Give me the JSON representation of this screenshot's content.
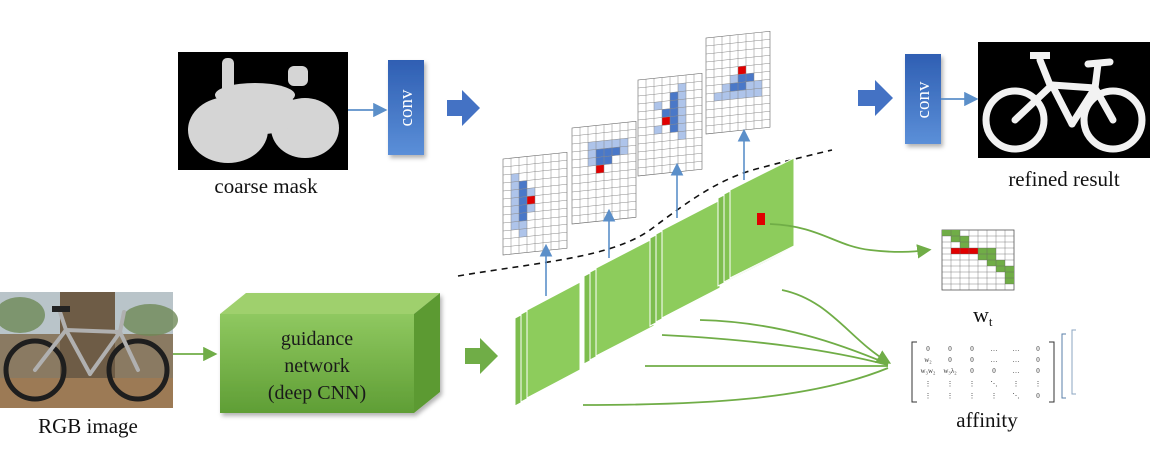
{
  "labels": {
    "coarse_mask": "coarse mask",
    "refined_result": "refined result",
    "rgb_image": "RGB image",
    "affinity": "affinity",
    "conv_left": "conv",
    "conv_right": "conv",
    "guidance_line1": "guidance",
    "guidance_line2": "network",
    "guidance_line3": "(deep CNN)",
    "wt_base": "w",
    "wt_sub": "t"
  },
  "matrix": {
    "rows": [
      [
        "0",
        "0",
        "0",
        "…",
        "…",
        "0"
      ],
      [
        "w₂",
        "0",
        "0",
        "…",
        "…",
        "0"
      ],
      [
        "w₃w₂",
        "w₃λ₂",
        "0",
        "0",
        "…",
        "0"
      ],
      [
        "⋮",
        "⋮",
        "⋮",
        "⋱",
        "⋮",
        "⋮"
      ],
      [
        "⋮",
        "⋮",
        "⋮",
        "⋮",
        "⋱",
        "0"
      ]
    ]
  },
  "colors": {
    "conv_blue": "#4472c4",
    "green": "#70ad47",
    "light_green": "#92d050",
    "cell_dark": "#4a78c8",
    "cell_light": "#aec4ea",
    "cell_red": "#e00000",
    "connector": "#5b8fc9"
  }
}
